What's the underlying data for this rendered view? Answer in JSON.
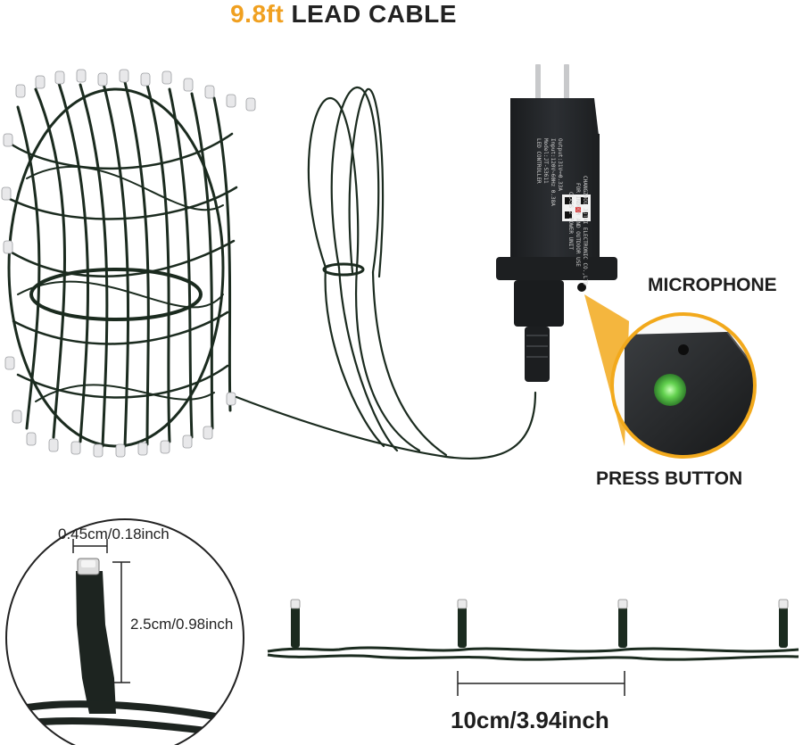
{
  "title": {
    "accent": "9.8ft",
    "rest": " LEAD CABLE"
  },
  "labels": {
    "microphone": "MICROPHONE",
    "press_button": "PRESS BUTTON",
    "bulb_diameter": "0.45cm/0.18inch",
    "bulb_length": "2.5cm/0.98inch",
    "bulb_spacing": "10cm/3.94inch"
  },
  "adapter": {
    "lines": [
      "LED CONTROLLER",
      "Model:JT-S3611",
      "Input:120V~60Hz 0.38A",
      "Output:31V⎓0.33A",
      "CLASS 2 POWER UNIT",
      "FOR INDOOR AND OUTDOOR USE",
      "CHANGZHOU JUTAI ELECTRONIC CO.,LTD"
    ]
  },
  "colors": {
    "accent": "#f0a020",
    "wire": "#1b2b1f",
    "adapter": "#232629",
    "button_glow": "#5fcf4f",
    "callout_ring": "#f2a91c"
  },
  "icons": {
    "plug": "power-plug-icon",
    "button": "press-button-icon",
    "microphone": "microphone-hole-icon"
  }
}
